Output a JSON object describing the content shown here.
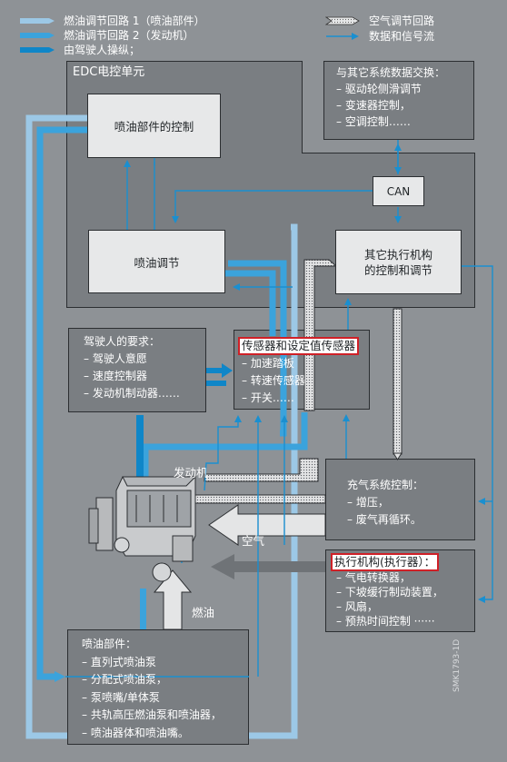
{
  "legend": {
    "injection_loop_1": "燃油调节回路 1（喷油部件）",
    "injection_loop_2": "燃油调节回路 2（发动机）",
    "driver_controlled": "由驾驶人操纵；",
    "air_loop": "空气调节回路",
    "data_signal_flow": "数据和信号流"
  },
  "edc_unit": {
    "title": "EDC电控单元"
  },
  "injection_component_control": {
    "label": "喷油部件的控制"
  },
  "injection_regulation": {
    "label": "喷油调节"
  },
  "can_box": {
    "label": "CAN"
  },
  "other_systems_exchange": {
    "title": "与其它系统数据交换：",
    "items": [
      "– 驱动轮侧滑调节",
      "– 变速器控制，",
      "– 空调控制……"
    ]
  },
  "other_actuators": {
    "line1": "其它执行机构",
    "line2": "的控制和调节"
  },
  "driver_requirements": {
    "title": "驾驶人的要求：",
    "items": [
      "– 驾驶人意愿",
      "– 速度控制器",
      "– 发动机制动器……"
    ]
  },
  "sensors": {
    "title": "传感器和设定值传感器",
    "items": [
      "– 加速踏板",
      "– 转速传感器",
      "– 开关……"
    ]
  },
  "charge_control": {
    "title": "充气系统控制：",
    "items": [
      "– 增压，",
      "– 废气再循环。"
    ]
  },
  "actuators": {
    "title": "执行机构(执行器）：",
    "items": [
      "– 气电转换器，",
      "– 下坡缓行制动装置，",
      "– 风扇，",
      "– 预热时间控制 ······"
    ]
  },
  "labels": {
    "engine": "发动机",
    "air": "空气",
    "fuel": "燃油"
  },
  "injection_components": {
    "title": "喷油部件：",
    "items": [
      "– 直列式喷油泵",
      "– 分配式喷油泵，",
      "– 泵喷嘴/单体泵",
      "– 共轨高压燃油泵和喷油器，",
      "– 喷油器体和喷油嘴。"
    ]
  },
  "figure_code": "SMK1793-1D",
  "colors": {
    "loop1": "#9cc8e6",
    "loop2": "#3ba3dc",
    "driver": "#0f86c8",
    "signal": "#1a8fd0",
    "air_fill": "#d8dadc",
    "air_grey": "#6f7377"
  }
}
